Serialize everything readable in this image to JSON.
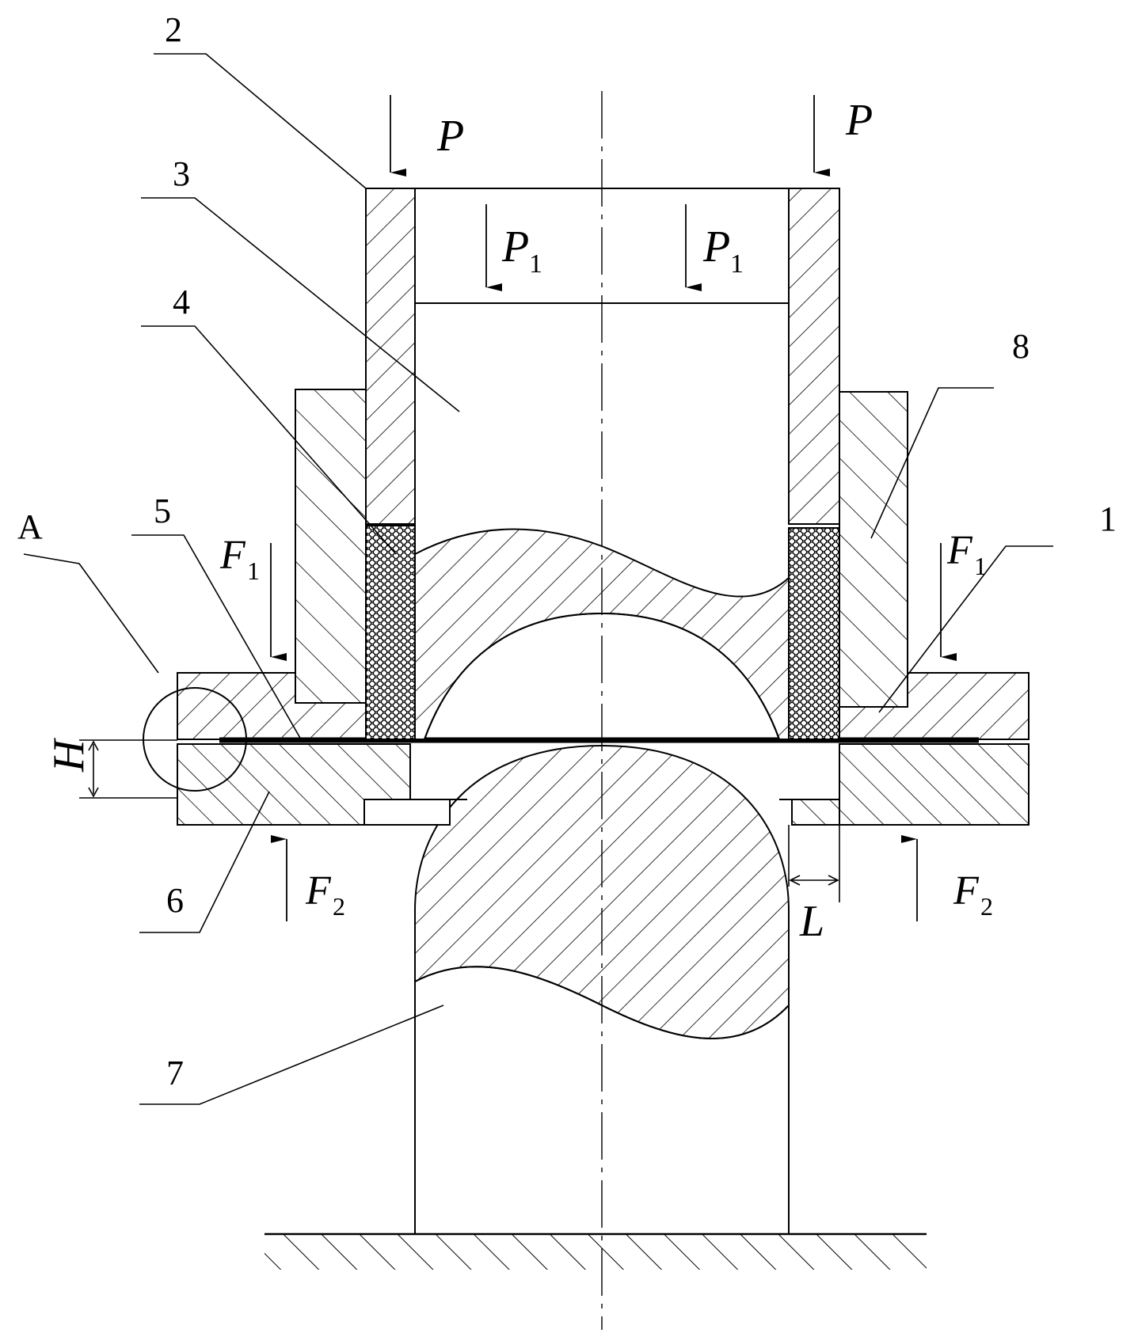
{
  "part_labels": {
    "p1": "1",
    "p2": "2",
    "p3": "3",
    "p4": "4",
    "p5": "5",
    "p6": "6",
    "p7": "7",
    "p8": "8",
    "pA": "A"
  },
  "force_labels": {
    "P": "P",
    "P1_main": "P",
    "P1_sub": "1",
    "F1_main": "F",
    "F1_sub": "1",
    "F2_main": "F",
    "F2_sub": "2"
  },
  "dimension_labels": {
    "H": "H",
    "L": "L"
  },
  "colors": {
    "line": "#000000",
    "background": "#ffffff"
  }
}
